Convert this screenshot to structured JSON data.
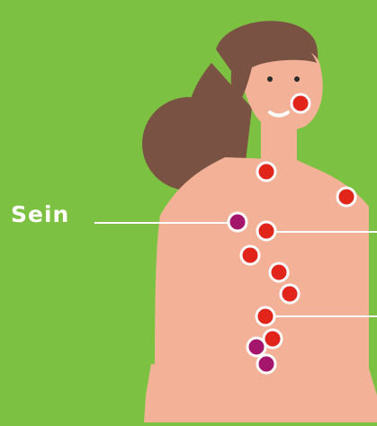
{
  "colors": {
    "background": "#7dc142",
    "skin": "#f3b297",
    "hair": "#7a5243",
    "marker_red": "#e1251b",
    "marker_magenta": "#a3166b",
    "marker_ring": "#ffffff",
    "label_text": "#ffffff"
  },
  "labels": [
    {
      "id": "sein",
      "text": "Sein"
    }
  ],
  "markers": [
    {
      "id": "nose",
      "color": "red"
    },
    {
      "id": "right-shoulder",
      "color": "red"
    },
    {
      "id": "left-shoulder",
      "color": "red"
    },
    {
      "id": "breast",
      "color": "magenta"
    },
    {
      "id": "chest-1",
      "color": "red"
    },
    {
      "id": "chest-2",
      "color": "red"
    },
    {
      "id": "abdomen-1",
      "color": "red"
    },
    {
      "id": "abdomen-2",
      "color": "red"
    },
    {
      "id": "abdomen-3",
      "color": "red"
    },
    {
      "id": "pelvis-1",
      "color": "red"
    },
    {
      "id": "pelvis-2",
      "color": "magenta"
    },
    {
      "id": "pelvis-3",
      "color": "magenta"
    }
  ]
}
